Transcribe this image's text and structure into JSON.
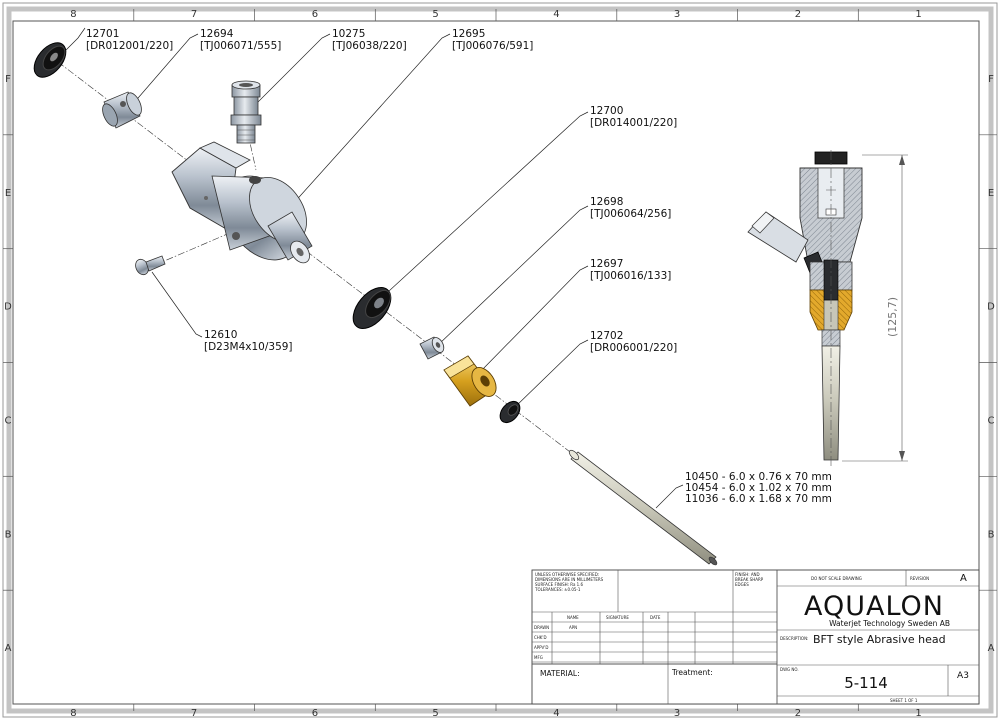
{
  "zones": {
    "columns": [
      "8",
      "7",
      "6",
      "5",
      "4",
      "3",
      "2",
      "1"
    ],
    "rows": [
      "F",
      "E",
      "D",
      "C",
      "B",
      "A"
    ]
  },
  "callouts": [
    {
      "id": "12701",
      "code": "[DR012001/220]"
    },
    {
      "id": "12694",
      "code": "[TJ006071/555]"
    },
    {
      "id": "10275",
      "code": "[TJ06038/220]"
    },
    {
      "id": "12695",
      "code": "[TJ006076/591]"
    },
    {
      "id": "12700",
      "code": "[DR014001/220]"
    },
    {
      "id": "12698",
      "code": "[TJ006064/256]"
    },
    {
      "id": "12697",
      "code": "[TJ006016/133]"
    },
    {
      "id": "12702",
      "code": "[DR006001/220]"
    },
    {
      "id": "12610",
      "code": "[D23M4x10/359]"
    }
  ],
  "focus_tubes": [
    "10450 - 6.0 x 0.76 x 70 mm",
    "10454 - 6.0 x 1.02 x 70 mm",
    "11036 - 6.0 x 1.68 x 70 mm"
  ],
  "section_dimension": "(125,7)",
  "title_block": {
    "notes": [
      "UNLESS OTHERWISE SPECIFIED:",
      "DIMENSIONS ARE IN MILLIMETERS",
      "SURFACE FINISH: Ra 1.6",
      "TOLERANCES: ±0.05-1"
    ],
    "finish_label": "FINISH: AND",
    "break_edges": "BREAK SHARP",
    "edges": "EDGES",
    "do_not_scale": "DO NOT SCALE DRAWING",
    "revision_label": "REVISION",
    "revision": "A",
    "col_name": "NAME",
    "col_signature": "SIGNATURE",
    "col_date": "DATE",
    "row_drawn": "DRAWN",
    "drawn_by": "APN",
    "row_checked": "CHK'D",
    "row_approved": "APPV'D",
    "row_mfg": "MFG",
    "company": "AQUALON",
    "company_sub": "Waterjet Technology Sweden AB",
    "description_label": "DESCRIPTION:",
    "description": "BFT style Abrasive head",
    "material_label": "MATERIAL:",
    "treatment_label": "Treatment:",
    "dwg_no_label": "DWG NO.",
    "dwg_no": "5-114",
    "size": "A3",
    "sheet": "SHEET 1 OF 1"
  }
}
